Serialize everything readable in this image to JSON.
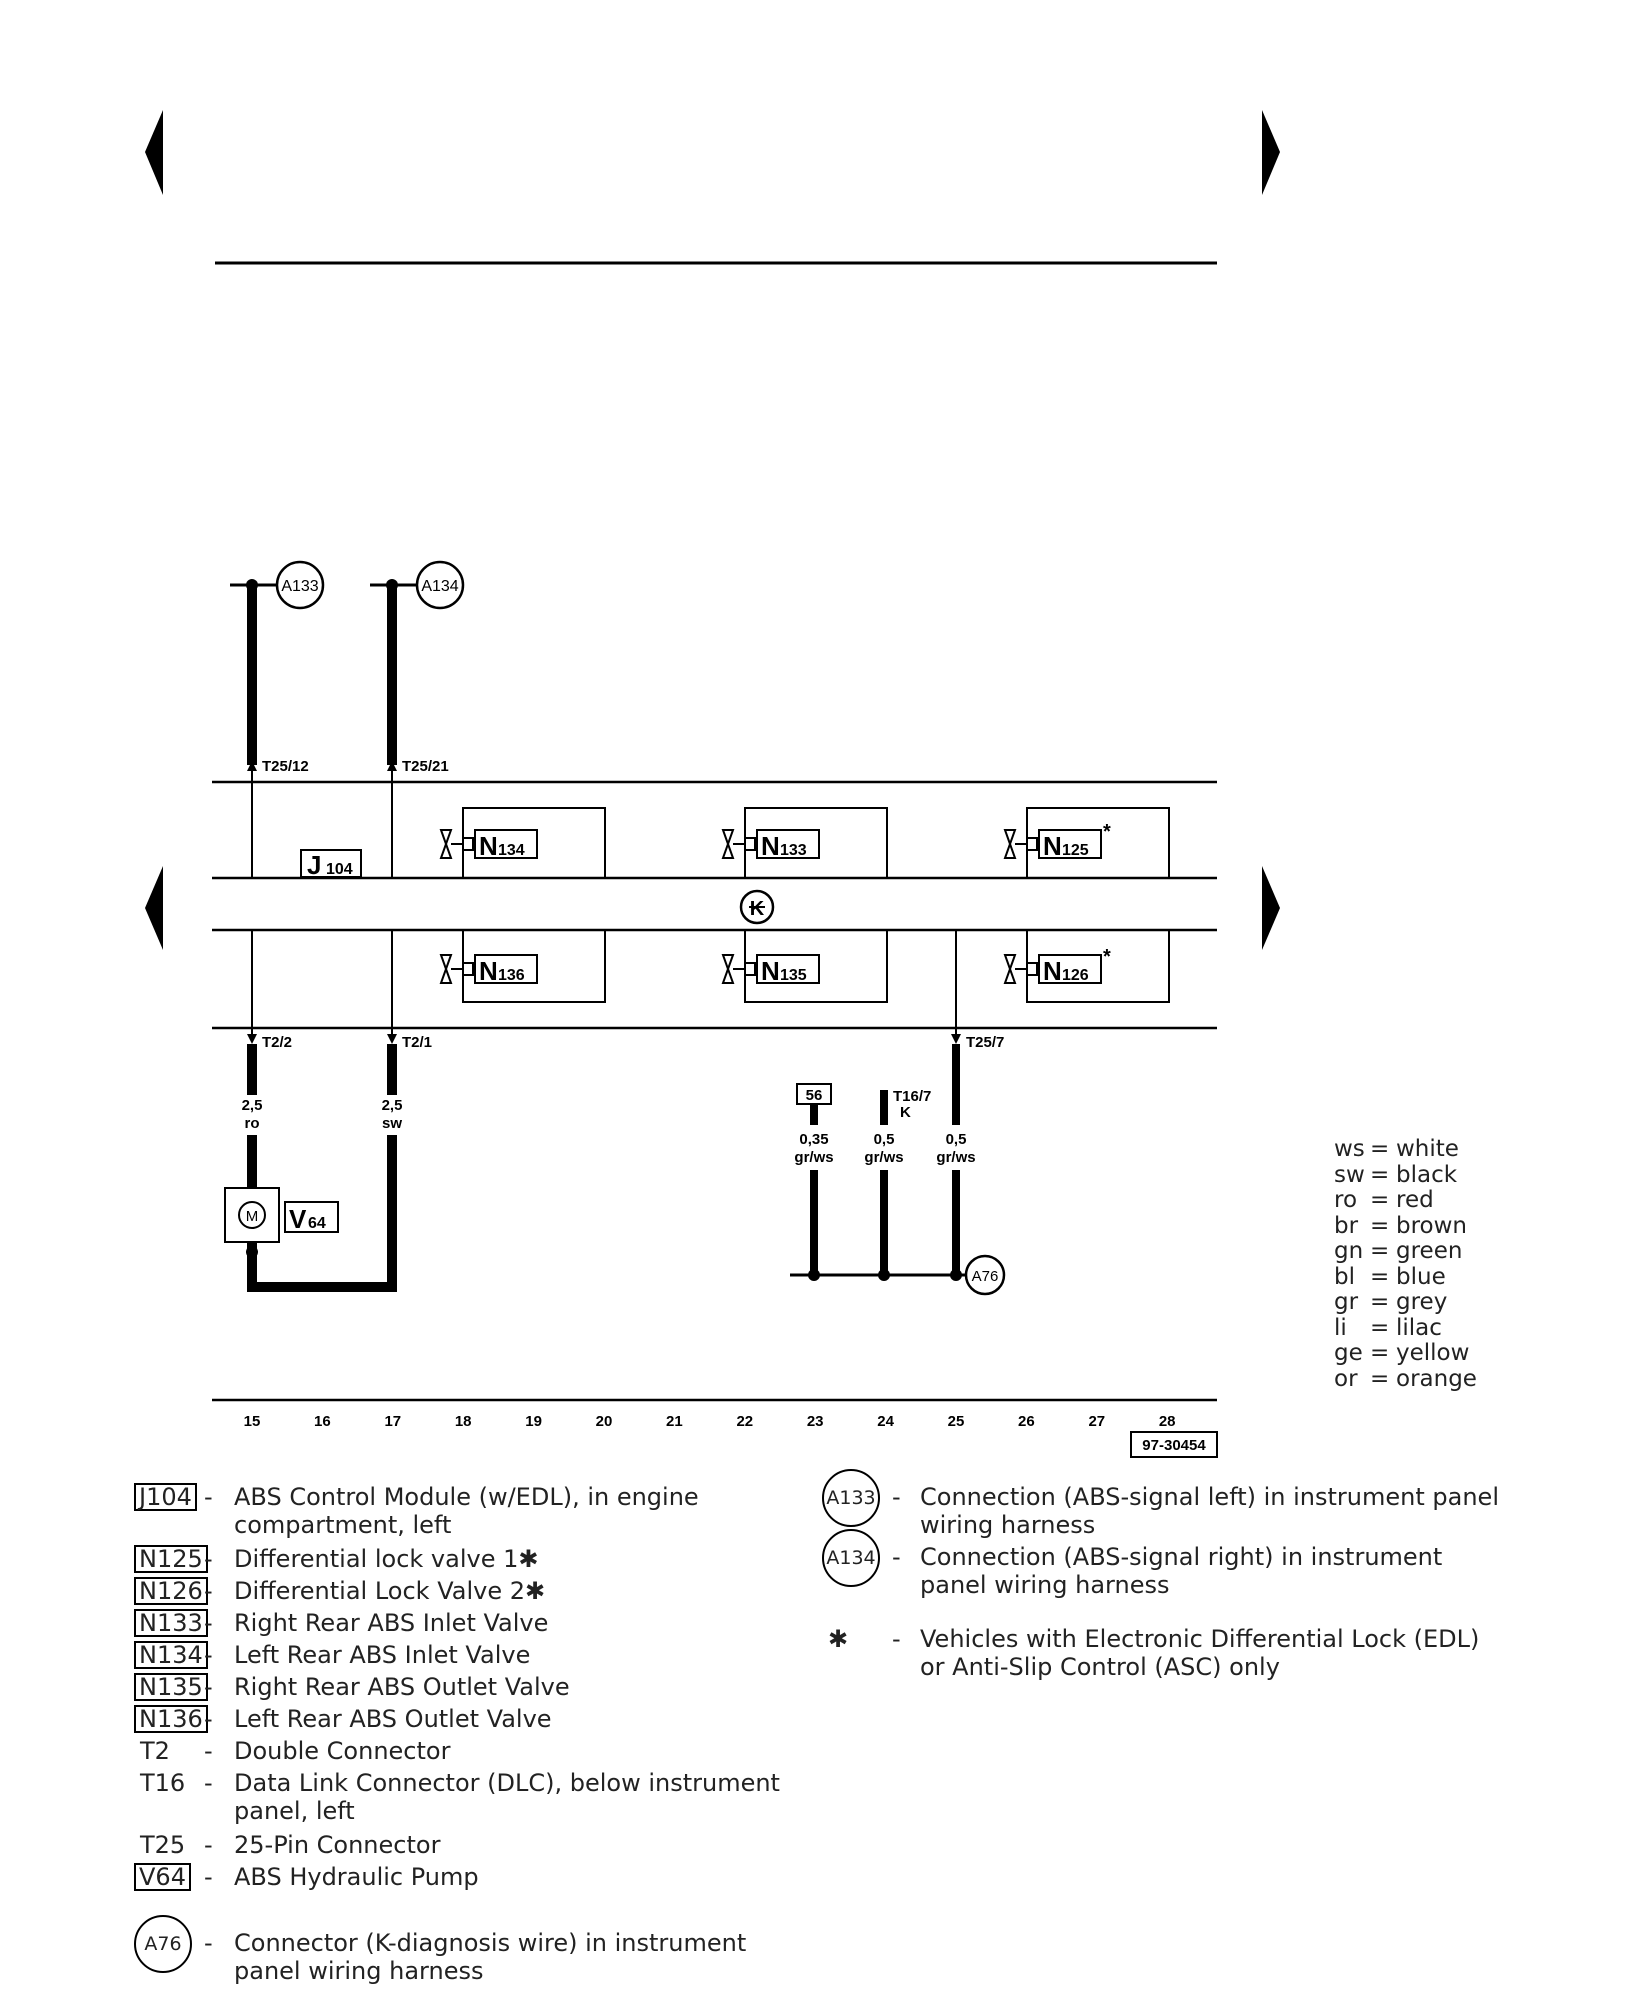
{
  "diagram": {
    "drawing_number": "97-30454",
    "column_numbers": [
      "15",
      "16",
      "17",
      "18",
      "19",
      "20",
      "21",
      "22",
      "23",
      "24",
      "25",
      "26",
      "27",
      "28"
    ],
    "components": {
      "j104": {
        "code": "J",
        "sub": "104"
      },
      "n134": {
        "code": "N",
        "sub": "134"
      },
      "n133": {
        "code": "N",
        "sub": "133"
      },
      "n125": {
        "code": "N",
        "sub": "125"
      },
      "n136": {
        "code": "N",
        "sub": "136"
      },
      "n135": {
        "code": "N",
        "sub": "135"
      },
      "n126": {
        "code": "N",
        "sub": "126"
      },
      "v64": {
        "code": "V",
        "sub": "64"
      },
      "motor": "M",
      "star": "*",
      "k_symbol": "K"
    },
    "connections": {
      "a133": "A133",
      "a134": "A134",
      "a76": "A76"
    },
    "pins": {
      "t25_12": "T25/12",
      "t25_21": "T25/21",
      "t2_2": "T2/2",
      "t2_1": "T2/1",
      "t25_7": "T25/7",
      "t16_7": "T16/7",
      "t16_7_sub": "K",
      "box56": "56"
    },
    "wires": [
      {
        "size": "2,5",
        "color": "ro"
      },
      {
        "size": "2,5",
        "color": "sw"
      },
      {
        "size": "0,35",
        "color": "gr/ws"
      },
      {
        "size": "0,5",
        "color": "gr/ws"
      },
      {
        "size": "0,5",
        "color": "gr/ws"
      }
    ]
  },
  "color_legend": [
    {
      "abbr": "ws",
      "eq": "=",
      "name": "white"
    },
    {
      "abbr": "sw",
      "eq": "=",
      "name": "black"
    },
    {
      "abbr": "ro",
      "eq": "=",
      "name": "red"
    },
    {
      "abbr": "br",
      "eq": "=",
      "name": "brown"
    },
    {
      "abbr": "gn",
      "eq": "=",
      "name": "green"
    },
    {
      "abbr": "bl",
      "eq": "=",
      "name": "blue"
    },
    {
      "abbr": "gr",
      "eq": "=",
      "name": "grey"
    },
    {
      "abbr": "li",
      "eq": "=",
      "name": "lilac"
    },
    {
      "abbr": "ge",
      "eq": "=",
      "name": "yellow"
    },
    {
      "abbr": "or",
      "eq": "=",
      "name": "orange"
    }
  ],
  "components_list": [
    {
      "code": "J104",
      "dash": "-",
      "desc": "ABS Control Module (w/EDL), in engine\ncompartment, left"
    },
    {
      "code": "N125",
      "dash": "-",
      "desc": "Differential lock valve 1✱"
    },
    {
      "code": "N126",
      "dash": "-",
      "desc": "Differential Lock Valve 2✱"
    },
    {
      "code": "N133",
      "dash": "-",
      "desc": "Right Rear ABS Inlet Valve"
    },
    {
      "code": "N134",
      "dash": "-",
      "desc": "Left Rear ABS Inlet Valve"
    },
    {
      "code": "N135",
      "dash": "-",
      "desc": "Right Rear ABS Outlet Valve"
    },
    {
      "code": "N136",
      "dash": "-",
      "desc": "Left Rear ABS Outlet Valve"
    },
    {
      "code": "T2",
      "dash": "-",
      "desc": "Double Connector"
    },
    {
      "code": "T16",
      "dash": "-",
      "desc": "Data Link Connector (DLC), below instrument\npanel, left"
    },
    {
      "code": "T25",
      "dash": "-",
      "desc": "25-Pin Connector"
    },
    {
      "code": "V64",
      "dash": "-",
      "desc": "ABS Hydraulic Pump"
    },
    {
      "code": "A76",
      "dash": "-",
      "desc": "Connector (K-diagnosis wire) in instrument\npanel wiring harness"
    }
  ],
  "connections_list": [
    {
      "code": "A133",
      "dash": "-",
      "desc": "Connection (ABS-signal left) in instrument panel\nwiring harness"
    },
    {
      "code": "A134",
      "dash": "-",
      "desc": "Connection (ABS-signal right) in instrument\npanel wiring harness"
    },
    {
      "code": "✱",
      "dash": "-",
      "desc": "Vehicles with Electronic Differential Lock (EDL)\nor Anti-Slip Control (ASC) only"
    }
  ]
}
